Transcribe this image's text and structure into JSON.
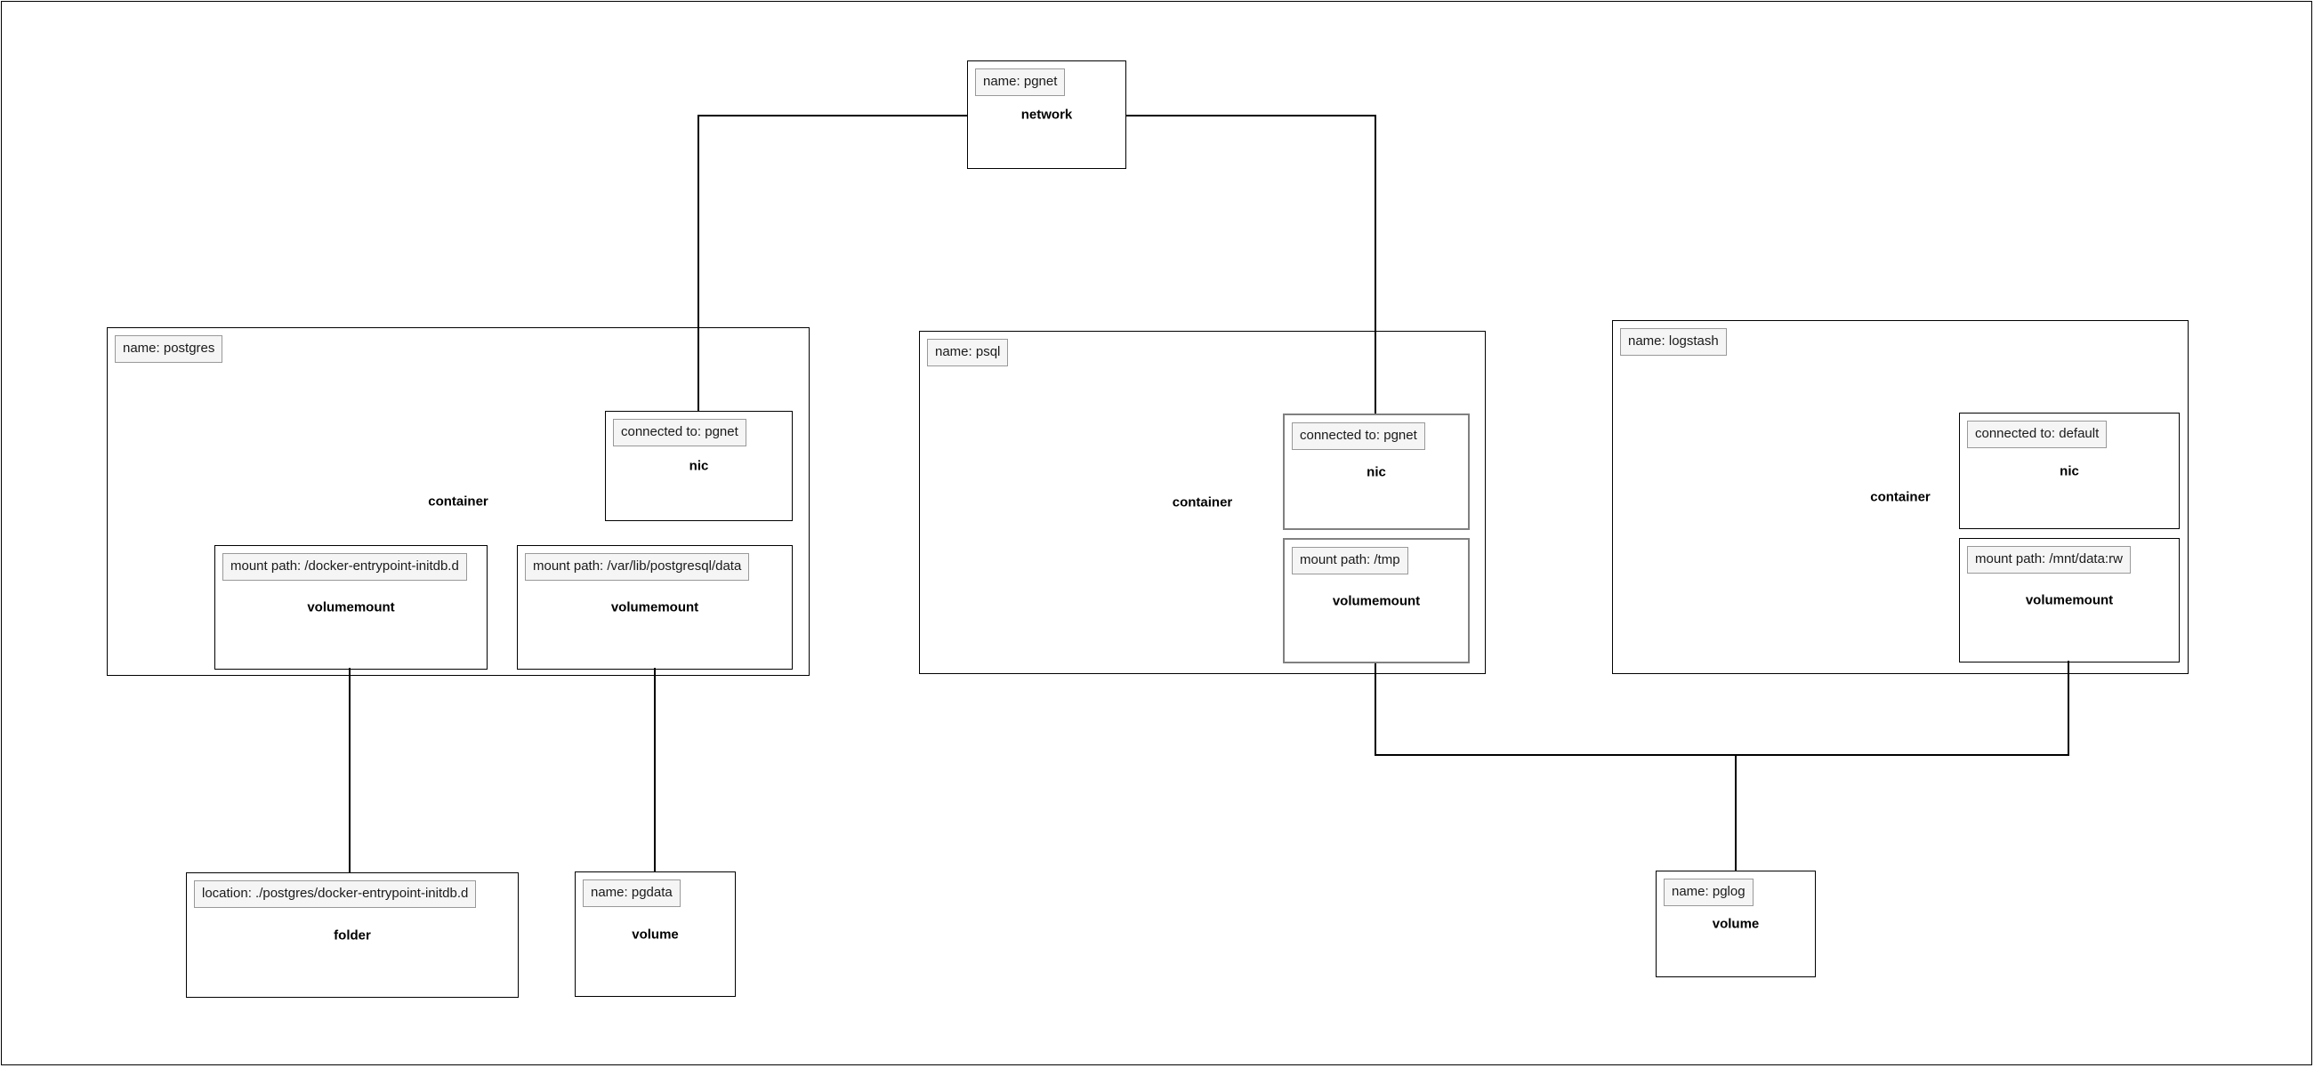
{
  "nodes": {
    "network": {
      "label": "name: pgnet",
      "type": "network"
    },
    "postgres": {
      "label": "name: postgres",
      "type": "container",
      "nic": {
        "label": "connected to: pgnet",
        "type": "nic"
      },
      "vm1": {
        "label": "mount path: /docker-entrypoint-initdb.d",
        "type": "volumemount"
      },
      "vm2": {
        "label": "mount path: /var/lib/postgresql/data",
        "type": "volumemount"
      }
    },
    "psql": {
      "label": "name: psql",
      "type": "container",
      "nic": {
        "label": "connected to: pgnet",
        "type": "nic"
      },
      "vm": {
        "label": "mount path: /tmp",
        "type": "volumemount"
      }
    },
    "logstash": {
      "label": "name: logstash",
      "type": "container",
      "nic": {
        "label": "connected to: default",
        "type": "nic"
      },
      "vm": {
        "label": "mount path: /mnt/data:rw",
        "type": "volumemount"
      }
    },
    "folder": {
      "label": "location: ./postgres/docker-entrypoint-initdb.d",
      "type": "folder"
    },
    "pgdata": {
      "label": "name: pgdata",
      "type": "volume"
    },
    "pglog": {
      "label": "name: pglog",
      "type": "volume"
    }
  },
  "colors": {
    "background": "#ffffff",
    "node_border": "#000000",
    "selected_border": "#808080",
    "chip_background": "#f5f5f5",
    "chip_border": "#999999",
    "connector": "#000000"
  }
}
